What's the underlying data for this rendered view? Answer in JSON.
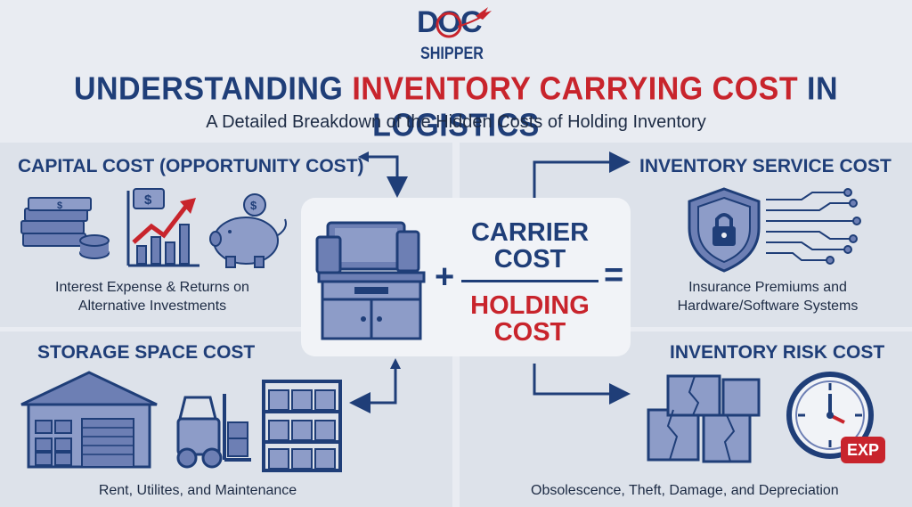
{
  "logo": {
    "doc": "DOC",
    "shipper": "SHIPPER"
  },
  "header": {
    "title_part1": "UNDERSTANDING ",
    "title_highlight": "INVENTORY CARRYING COST",
    "title_part2": " IN LOGISTICS",
    "subtitle": "A Detailed Breakdown of the Hidden Costs of Holding Inventory"
  },
  "quadrants": {
    "capital": {
      "title": "CAPITAL COST (OPPORTUNITY COST)",
      "desc_line1": "Interest Expense & Returns on",
      "desc_line2": "Alternative Investments",
      "icons": [
        "cash-stack-icon",
        "rising-chart-icon",
        "piggy-bank-icon"
      ]
    },
    "service": {
      "title": "INVENTORY SERVICE COST",
      "desc_line1": "Insurance Premiums and",
      "desc_line2": "Hardware/Software Systems",
      "icons": [
        "security-shield-icon",
        "circuit-lines-icon"
      ]
    },
    "storage": {
      "title": "STORAGE SPACE COST",
      "desc": "Rent, Utilites, and Maintenance",
      "icons": [
        "warehouse-icon",
        "forklift-icon",
        "pallet-rack-icon"
      ]
    },
    "risk": {
      "title": "INVENTORY RISK COST",
      "desc": "Obsolescence, Theft, Damage, and Depreciation",
      "icons": [
        "damaged-boxes-icon",
        "clock-icon"
      ],
      "exp_badge": "EXP"
    }
  },
  "formula": {
    "top_line1": "CARRIER",
    "top_line2": "COST",
    "bottom_line1": "HOLDING",
    "bottom_line2": "COST",
    "plus": "+",
    "equals": "="
  },
  "colors": {
    "navy": "#1f3e78",
    "red": "#c8242c",
    "icon_fill": "#6d7fb4",
    "background": "#e9ecf2",
    "panel": "#dde2ea"
  }
}
